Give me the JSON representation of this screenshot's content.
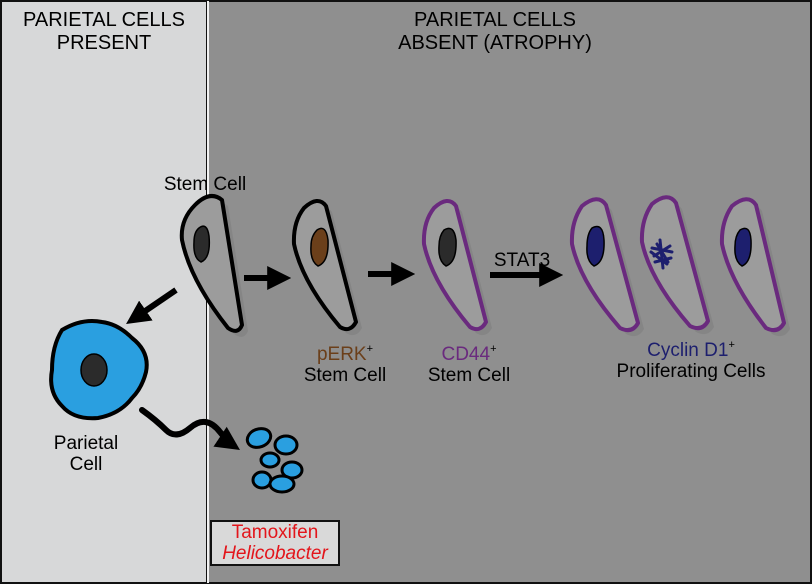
{
  "panels": {
    "left_title_line1": "PARIETAL CELLS",
    "left_title_line2": "PRESENT",
    "right_title_line1": "PARIETAL CELLS",
    "right_title_line2": "ABSENT (ATROPHY)"
  },
  "labels": {
    "stem_cell": "Stem Cell",
    "parietal_line1": "Parietal",
    "parietal_line2": "Cell",
    "perk_marker": "pERK",
    "perk_sup": "+",
    "perk_line2": "Stem Cell",
    "cd44_marker": "CD44",
    "cd44_sup": "+",
    "cd44_line2": "Stem Cell",
    "stat3": "STAT3",
    "cyclin_marker": "Cyclin D1",
    "cyclin_sup": "+",
    "cyclin_line2": "Proliferating Cells"
  },
  "tamoxifen_box": {
    "line1": "Tamoxifen",
    "line2": "Helicobacter"
  },
  "colors": {
    "left_panel": "#d7d8d9",
    "right_panel": "#8f8f8f",
    "stem_cell_fill": "#9c9c9c",
    "stem_nucleus": "#2b2b2b",
    "perk_nucleus": "#6b3f1a",
    "purple_membrane": "#6a2a7e",
    "cyclin_nucleus": "#1d1f6e",
    "parietal_fill": "#2a9fe0",
    "tamoxifen_text": "#e3151b"
  }
}
